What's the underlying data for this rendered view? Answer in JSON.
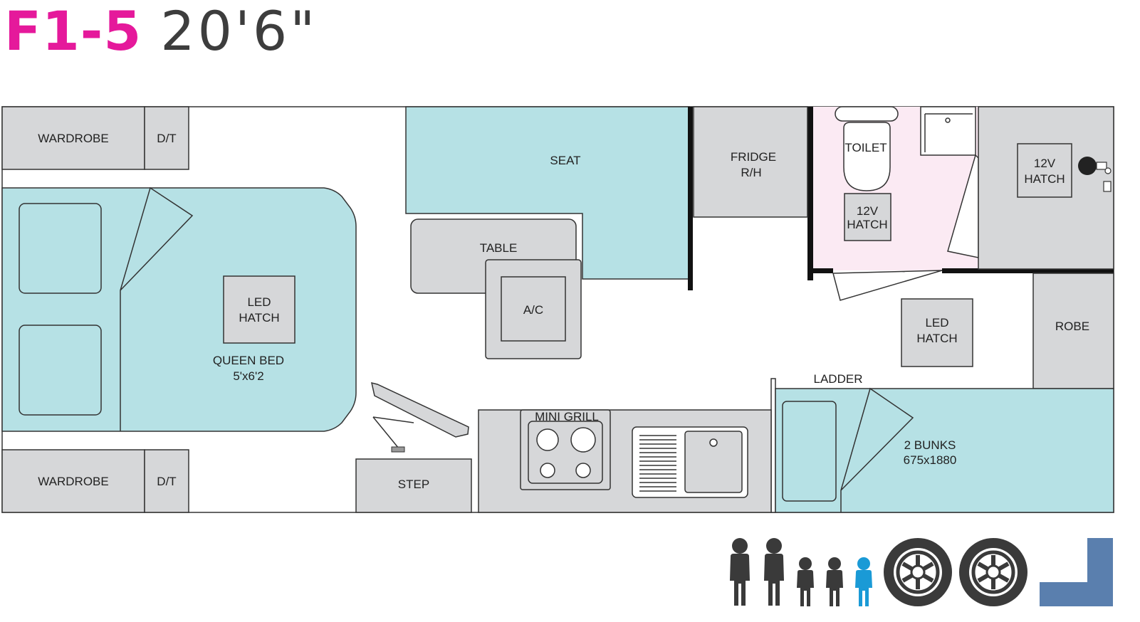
{
  "header": {
    "model": "F1-5",
    "length": "20'6\""
  },
  "colors": {
    "model_accent": "#e5199b",
    "cabinet": "#d6d7d9",
    "sleeping_seating": "#b6e1e5",
    "ensuite": "#fbeaf3",
    "icon_dark": "#3a3a3a",
    "icon_highlight": "#1a9ad6",
    "tow_icon": "#5a7fae"
  },
  "floorplan": {
    "wardrobe_top": "WARDROBE",
    "dt_top": "D/T",
    "wardrobe_bottom": "WARDROBE",
    "dt_bottom": "D/T",
    "led_hatch_bed": [
      "LED",
      "HATCH"
    ],
    "queen_bed": [
      "QUEEN BED",
      "5'x6'2"
    ],
    "seat": "SEAT",
    "table": "TABLE",
    "ac": "A/C",
    "fridge": [
      "FRIDGE",
      "R/H"
    ],
    "toilet": "TOILET",
    "hatch_12v_ensuite": [
      "12V",
      "HATCH"
    ],
    "hatch_12v_rear": [
      "12V",
      "HATCH"
    ],
    "led_hatch_mid": [
      "LED",
      "HATCH"
    ],
    "robe": "ROBE",
    "ladder": "LADDER",
    "bunks": [
      "2 BUNKS",
      "675x1880"
    ],
    "mini_grill": "MINI GRILL",
    "step": "STEP"
  },
  "icons": {
    "occupants": [
      "adult-icon",
      "adult-icon",
      "child-icon",
      "child-icon",
      "child-icon-highlighted"
    ],
    "wheels": [
      "wheel-icon",
      "wheel-icon"
    ],
    "tow": "tow-hitch-icon"
  }
}
